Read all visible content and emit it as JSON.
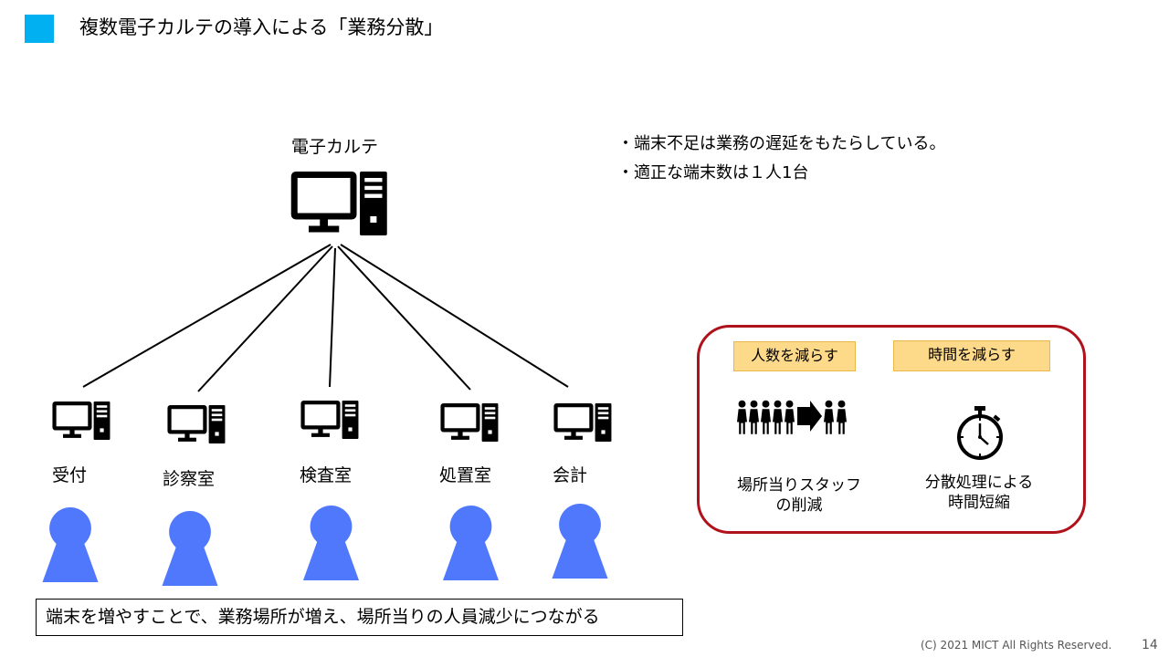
{
  "slide": {
    "title": "複数電子カルテの導入による「業務分散」",
    "accent_color": "#00b0f0"
  },
  "diagram": {
    "server_label": "電子カルテ",
    "terminals": [
      {
        "label": "受付"
      },
      {
        "label": "診察室"
      },
      {
        "label": "検査室"
      },
      {
        "label": "処置室"
      },
      {
        "label": "会計"
      }
    ],
    "person_color": "#4f78fd",
    "icons": [
      "desktop-computer-icon",
      "person-icon"
    ]
  },
  "bullets": [
    "・端末不足は業務の遅延をもたらしている。",
    "・適正な端末数は１人1台"
  ],
  "info_box": {
    "border_color": "#b0121b",
    "left_tag": "人数を減らす",
    "right_tag": "時間を減らす",
    "left_caption_line1": "場所当りスタッフ",
    "left_caption_line2": "の削減",
    "right_caption_line1": "分散処理による",
    "right_caption_line2": "時間短縮",
    "icons": [
      "people-reduction-icon",
      "stopwatch-icon"
    ]
  },
  "bottom_note": "端末を増やすことで、業務場所が増え、場所当りの人員減少につながる",
  "footer": {
    "copyright": "(C) 2021 MICT All Rights Reserved.",
    "page_number": "14"
  }
}
